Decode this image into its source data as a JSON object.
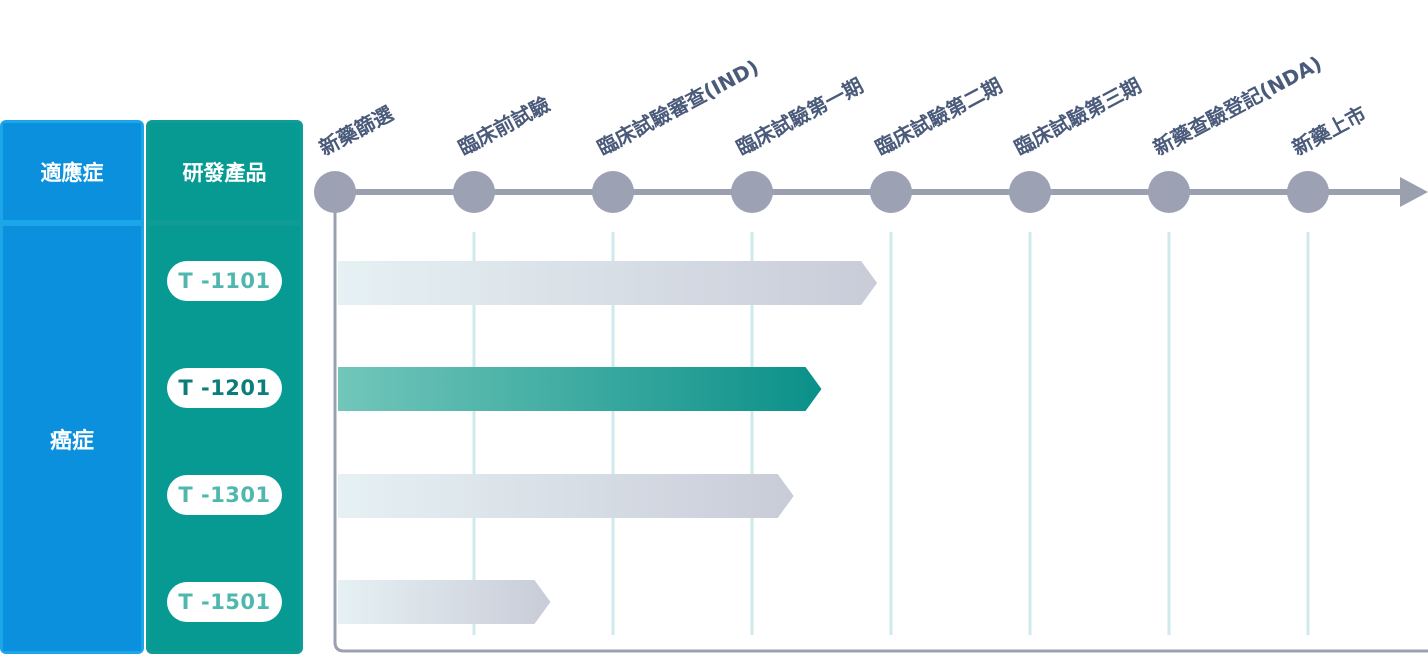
{
  "header": {
    "indication": "適應症",
    "product": "研發產品"
  },
  "indication": "癌症",
  "colors": {
    "indication_bg": "#0a90dc",
    "product_bg": "#079a93",
    "axis": "#9aa0b0",
    "node": "#9ca1b3",
    "stage_text": "#4a5a7a",
    "inactive_bar_start": "#e6f1f4",
    "inactive_bar_end": "#c9ccd8",
    "active_bar_start": "#72c6ba",
    "active_bar_end": "#0a9089",
    "grid_line": "#cfe9ec"
  },
  "stages": [
    {
      "label": "新藥篩選"
    },
    {
      "label": "臨床前試驗"
    },
    {
      "label": "臨床試驗審查(IND)"
    },
    {
      "label": "臨床試驗第一期"
    },
    {
      "label": "臨床試驗第二期"
    },
    {
      "label": "臨床試驗第三期"
    },
    {
      "label": "新藥查驗登記(NDA)"
    },
    {
      "label": "新藥上市"
    }
  ],
  "products": [
    {
      "name": "T -1101",
      "progress": 3.9,
      "active": false
    },
    {
      "name": "T -1201",
      "progress": 3.5,
      "active": true
    },
    {
      "name": "T -1301",
      "progress": 3.3,
      "active": false
    },
    {
      "name": "T -1501",
      "progress": 1.55,
      "active": false
    }
  ]
}
